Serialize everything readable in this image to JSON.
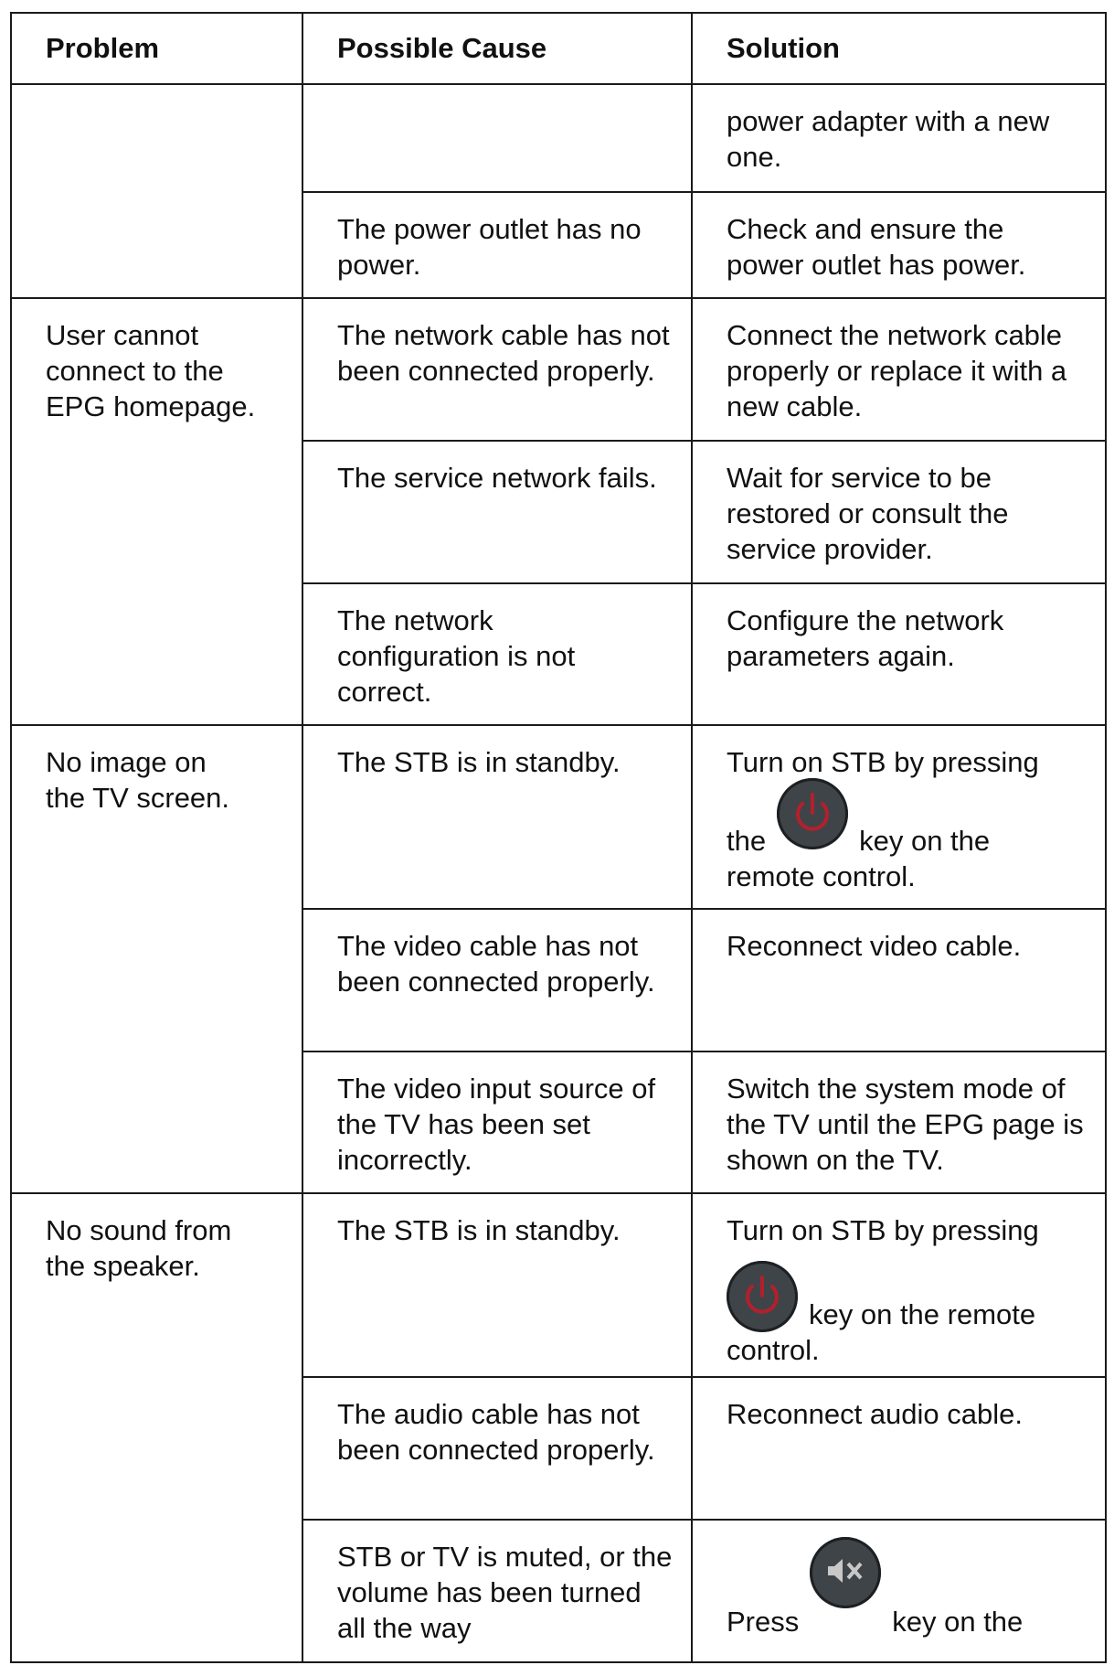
{
  "header": {
    "problem": "Problem",
    "cause": "Possible Cause",
    "solution": "Solution"
  },
  "groups": [
    {
      "problem": "",
      "rows": [
        {
          "cause": "",
          "solution": "power adapter with a new one."
        },
        {
          "cause": "The power outlet has no power.",
          "solution": "Check and ensure the power outlet has power."
        }
      ]
    },
    {
      "problem": "User cannot connect to the EPG homepage.",
      "rows": [
        {
          "cause": "The network cable has not been connected properly.",
          "solution": "Connect the network cable properly or replace it with a new cable."
        },
        {
          "cause": "The service network fails.",
          "solution": "Wait for service to be restored or consult the service provider."
        },
        {
          "cause": "The network configuration is not correct.",
          "solution": "Configure the network parameters again."
        }
      ]
    },
    {
      "problem": "No image on the TV screen.",
      "rows": [
        {
          "cause": "The STB is in standby.",
          "solution_parts": {
            "before_line1": "Turn on STB by pressing",
            "before_icon": "the",
            "icon": "power-key-icon",
            "after_icon": "key on the",
            "tail": "remote control."
          }
        },
        {
          "cause": "The video cable has not been connected properly.",
          "solution": "Reconnect video cable."
        },
        {
          "cause": "The video input source of the TV has been set incorrectly.",
          "solution": "Switch the system mode of the TV until the EPG page is shown on the TV."
        }
      ]
    },
    {
      "problem": "No sound from the speaker.",
      "rows": [
        {
          "cause": "The STB is in standby.",
          "solution_parts": {
            "before_line1": "Turn on STB by pressing",
            "icon": "power-key-icon",
            "after_icon": "key on the remote",
            "tail": "control."
          }
        },
        {
          "cause": "The audio cable has not been connected properly.",
          "solution": "Reconnect audio cable."
        },
        {
          "cause": "STB or TV is muted, or the volume has been turned all the way",
          "solution_parts": {
            "before_icon": "Press",
            "icon": "mute-key-icon",
            "after_icon": "key on the"
          }
        }
      ]
    }
  ],
  "colors": {
    "border": "#1a1a1a",
    "key_bg": "#3f4448",
    "power_glyph": "#b3202c",
    "mute_glyph": "#c8c8c8"
  }
}
